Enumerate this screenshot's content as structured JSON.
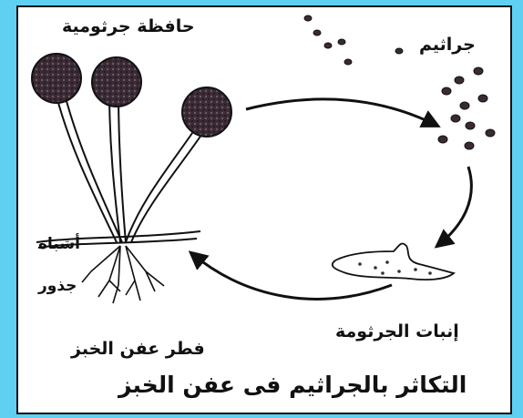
{
  "title": "التكاثر بالجراثيم فى عفن الخبز",
  "labels": {
    "sporangium": "حافظة جرثومية",
    "spores": "جراثيم",
    "rhizoids_line1": "أشباه",
    "rhizoids_line2": "جذور",
    "germination": "إنبات الجرثومة",
    "bread_mold": "فطر عفن الخبز"
  },
  "colors": {
    "frame": "#5fd0f2",
    "ink": "#111111",
    "sporangium_fill": "#3a2a35"
  }
}
